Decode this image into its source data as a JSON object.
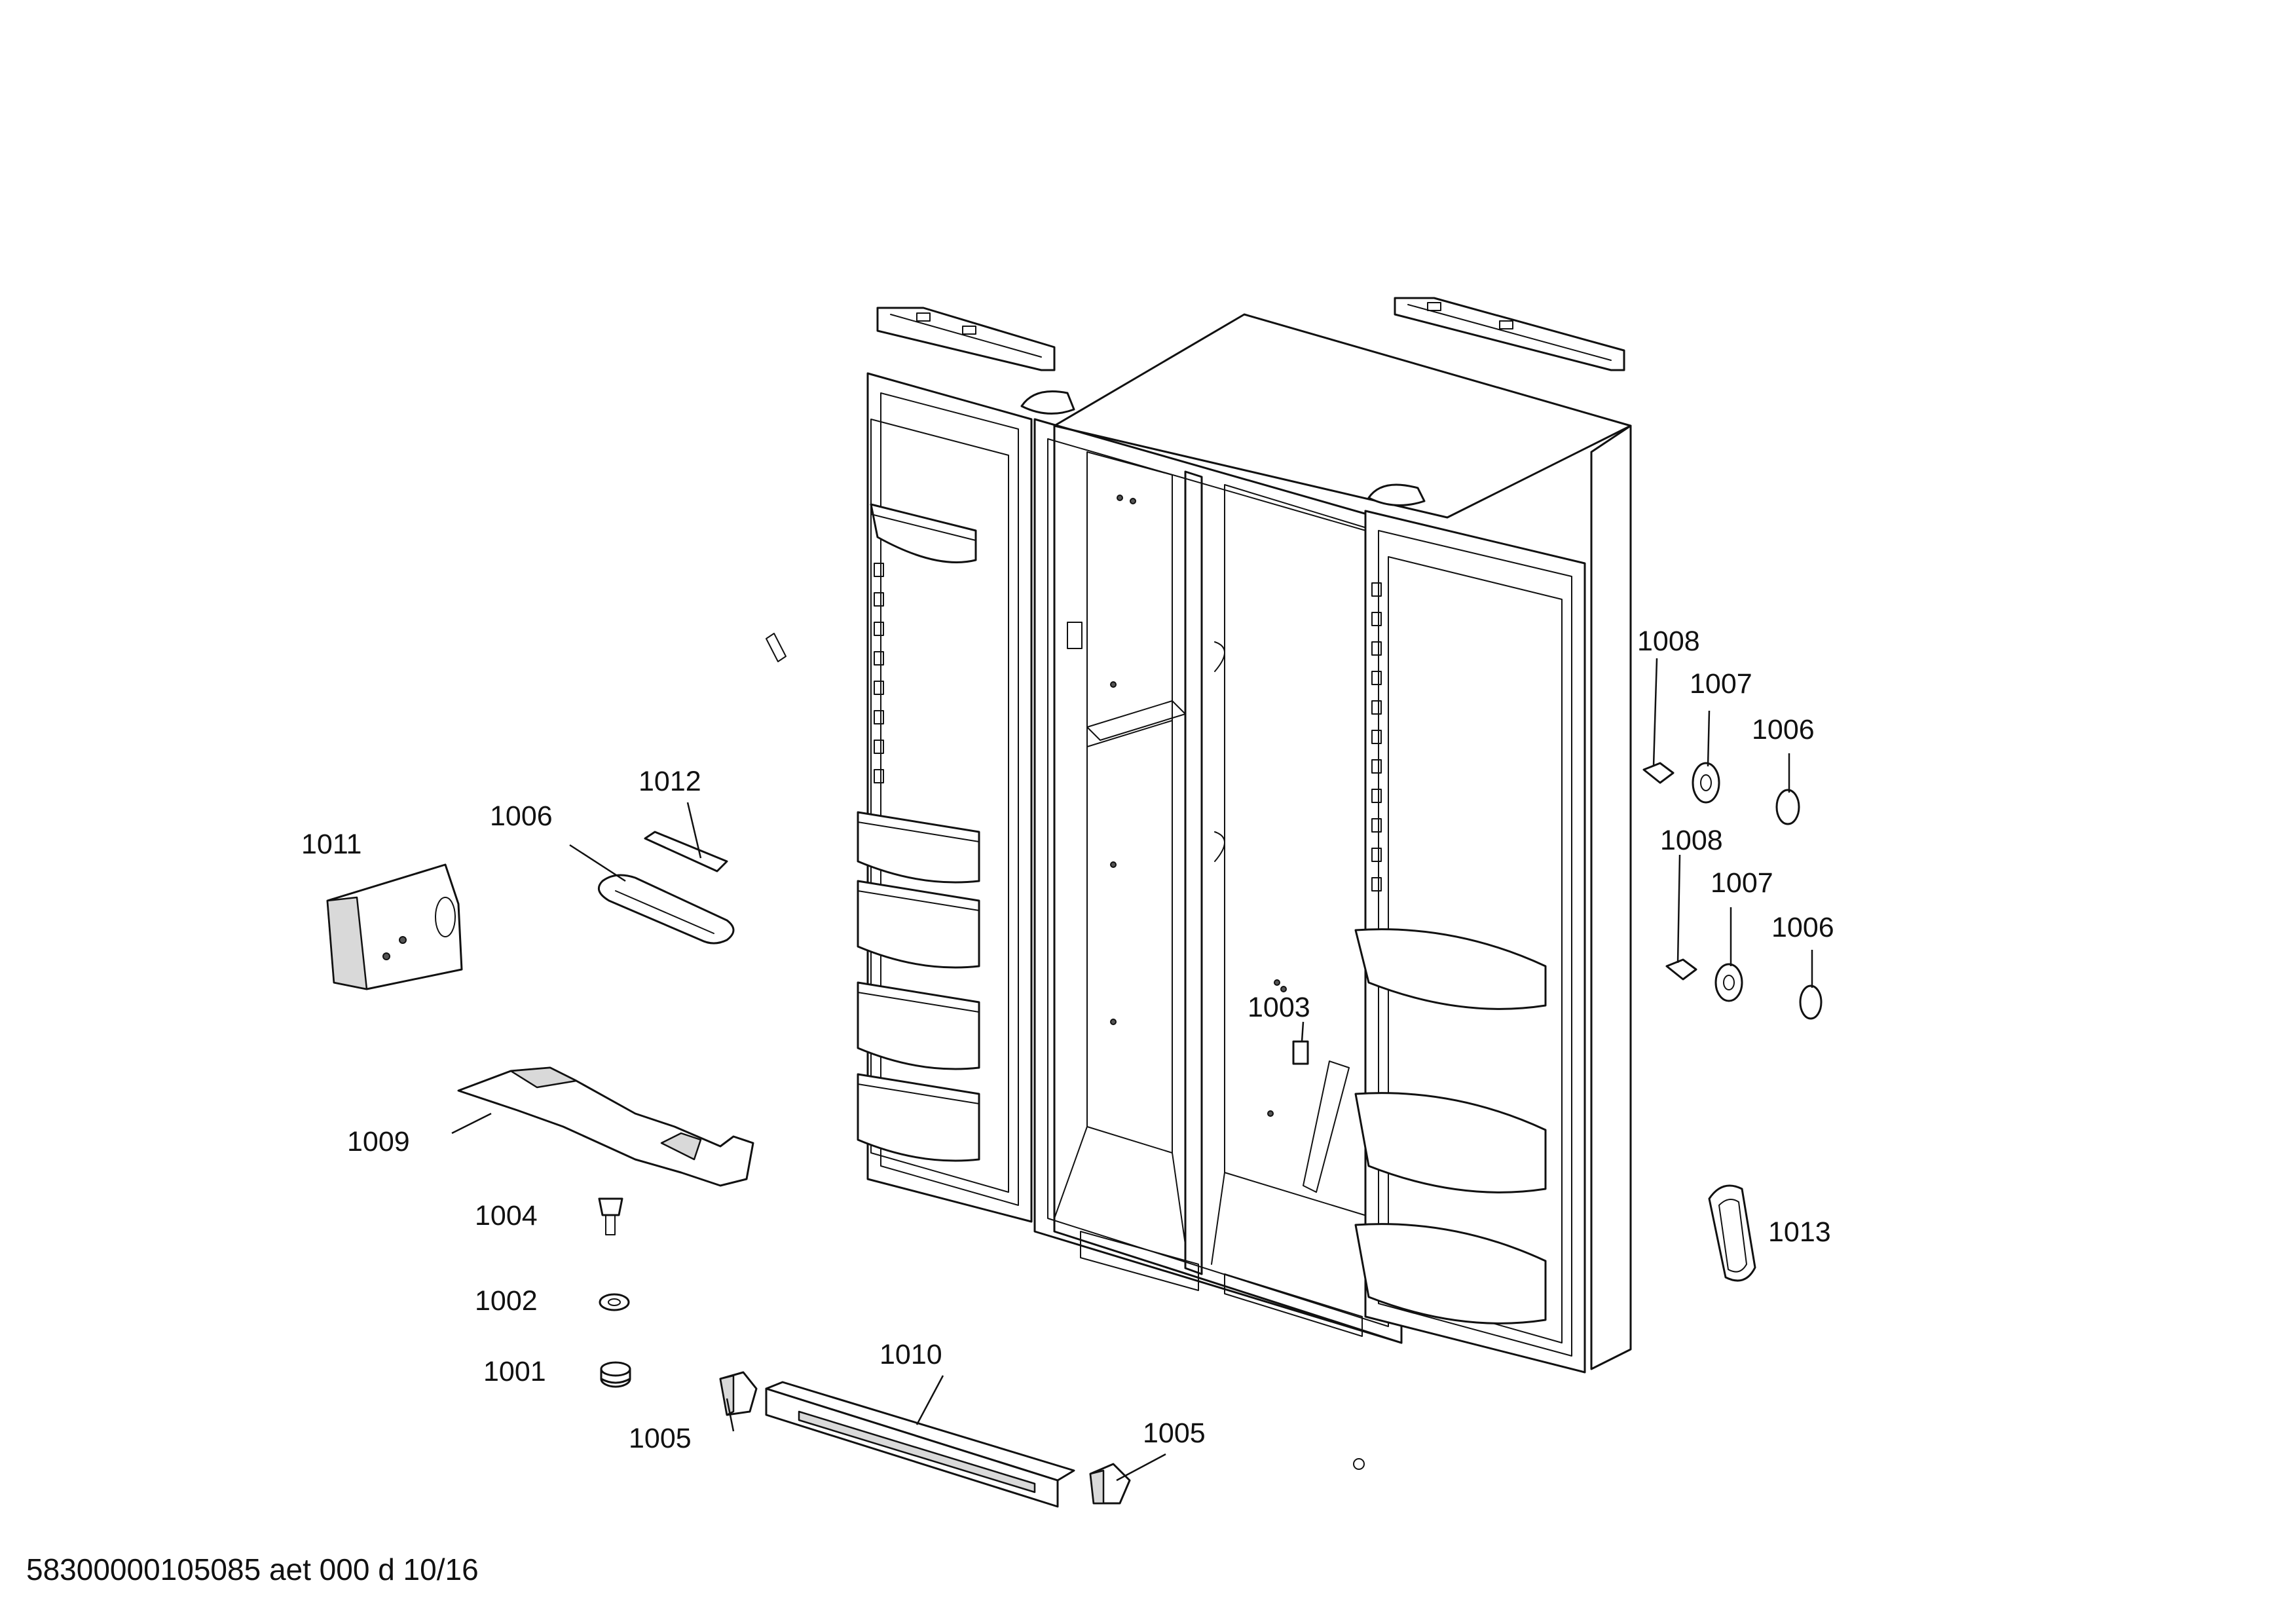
{
  "callouts": [
    {
      "id": "c1011",
      "label": "1011"
    },
    {
      "id": "c1006a",
      "label": "1006"
    },
    {
      "id": "c1012",
      "label": "1012"
    },
    {
      "id": "c1009",
      "label": "1009"
    },
    {
      "id": "c1004",
      "label": "1004"
    },
    {
      "id": "c1002",
      "label": "1002"
    },
    {
      "id": "c1001",
      "label": "1001"
    },
    {
      "id": "c1005a",
      "label": "1005"
    },
    {
      "id": "c1010",
      "label": "1010"
    },
    {
      "id": "c1005b",
      "label": "1005"
    },
    {
      "id": "c1003",
      "label": "1003"
    },
    {
      "id": "c1008a",
      "label": "1008"
    },
    {
      "id": "c1007a",
      "label": "1007"
    },
    {
      "id": "c1006b",
      "label": "1006"
    },
    {
      "id": "c1008b",
      "label": "1008"
    },
    {
      "id": "c1007b",
      "label": "1007"
    },
    {
      "id": "c1006c",
      "label": "1006"
    },
    {
      "id": "c1013",
      "label": "1013"
    }
  ],
  "footer": {
    "text": "58300000105085 aet 000 d 10/16"
  }
}
